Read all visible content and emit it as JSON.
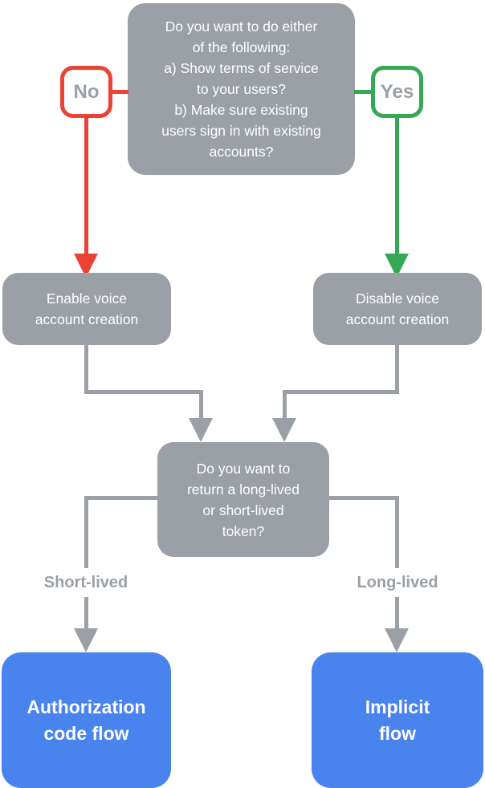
{
  "colors": {
    "box_gray": "#9AA0A6",
    "blue": "#4983EE",
    "red": "#EA4335",
    "green": "#34A853",
    "label_text": "#9AA0A6",
    "white": "#FFFFFF"
  },
  "flowchart": {
    "top_question": "Do you want to do either\nof the following:\na) Show terms of service\nto your users?\nb) Make sure existing\nusers sign in with existing\naccounts?",
    "no_label": "No",
    "yes_label": "Yes",
    "enable_box": "Enable voice\naccount creation",
    "disable_box": "Disable voice\naccount creation",
    "token_question": "Do you want to\nreturn a long-lived\nor short-lived\ntoken?",
    "short_lived_label": "Short-lived",
    "long_lived_label": "Long-lived",
    "auth_code_box": "Authorization\ncode flow",
    "implicit_box": "Implicit\nflow"
  }
}
